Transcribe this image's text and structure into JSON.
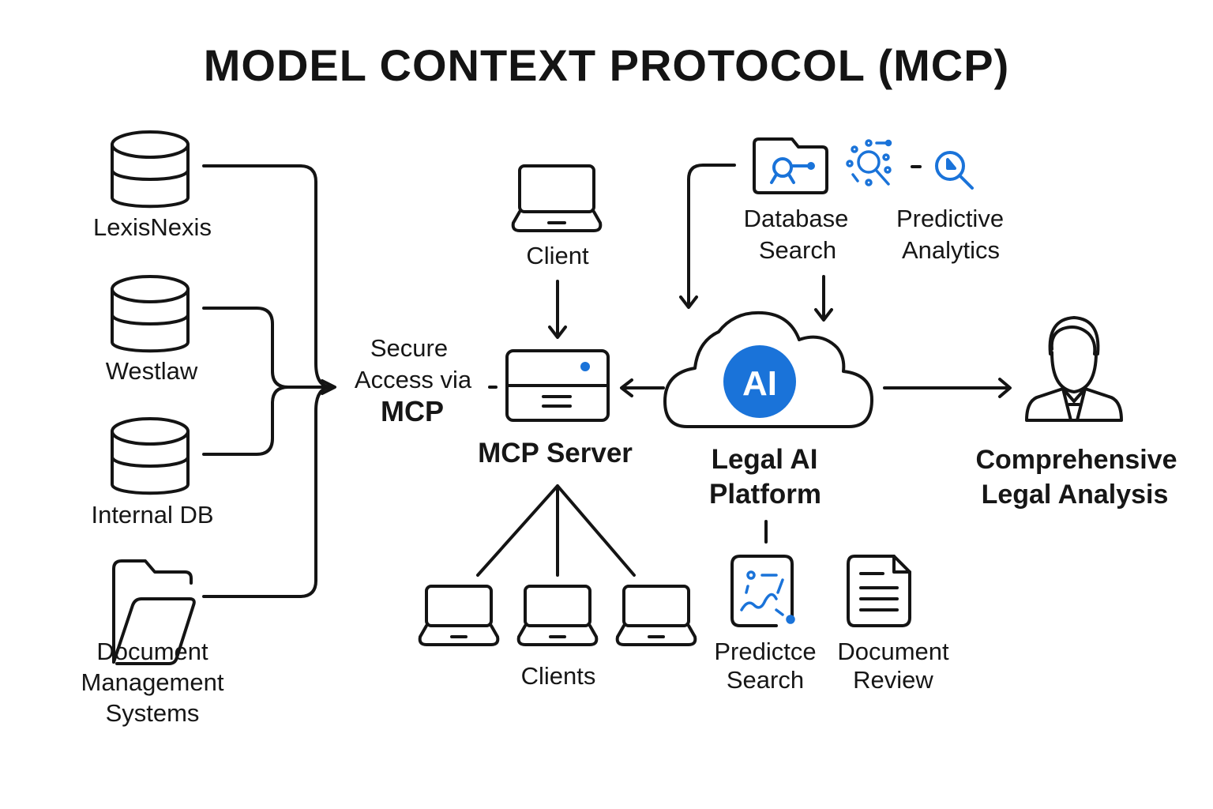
{
  "title": "MODEL CONTEXT PROTOCOL (MCP)",
  "accent_color": "#1a73d9",
  "stroke_color": "#141414",
  "sources": [
    {
      "label": "LexisNexis",
      "icon": "database-icon"
    },
    {
      "label": "Westlaw",
      "icon": "database-icon"
    },
    {
      "label": "Internal DB",
      "icon": "database-icon"
    },
    {
      "label": "Document Management Systems",
      "lines": [
        "Document",
        "Management",
        "Systems"
      ],
      "icon": "folder-open-icon"
    }
  ],
  "secure_access": {
    "lines": [
      "Secure",
      "Access via"
    ],
    "emphasis": "MCP"
  },
  "client": {
    "label": "Client",
    "icon": "laptop-icon"
  },
  "mcp_server": {
    "label": "MCP Server",
    "icon": "server-icon"
  },
  "clients": {
    "label": "Clients",
    "count": 3,
    "icon": "laptop-icon"
  },
  "platform": {
    "lines": [
      "Legal AI",
      "Platform"
    ],
    "badge": "AI",
    "icon": "cloud-icon"
  },
  "top_tools": [
    {
      "lines": [
        "Database",
        "Search"
      ],
      "icon": "folder-search-icon"
    },
    {
      "lines": [
        "Predictive",
        "Analytics"
      ],
      "icon": "analytics-search-icon"
    }
  ],
  "bottom_tools": [
    {
      "lines": [
        "Predictce",
        "Search"
      ],
      "icon": "predictive-chart-icon"
    },
    {
      "lines": [
        "Document",
        "Review"
      ],
      "icon": "document-icon"
    }
  ],
  "output": {
    "lines": [
      "Comprehensive",
      "Legal Analysis"
    ],
    "icon": "lawyer-icon"
  }
}
